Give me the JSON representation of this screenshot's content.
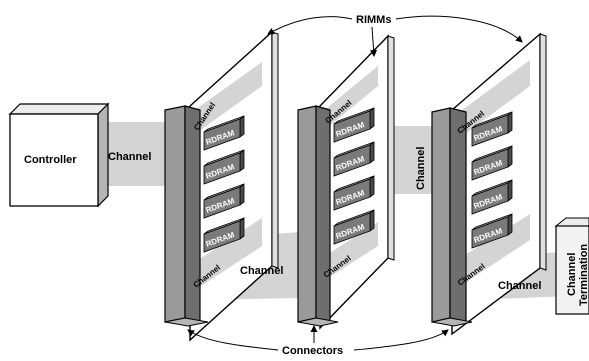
{
  "labels": {
    "rimms": "RIMMs",
    "connectors": "Connectors",
    "controller": "Controller",
    "channel": "Channel",
    "termination_line1": "Channel",
    "termination_line2": "Termination",
    "rdram": "RDRAM"
  },
  "colors": {
    "channel_fill": "#d4d4d4",
    "connector_fill": "#9a9a9a",
    "chip_fill": "#7a7a7a",
    "board_fill": "#ffffff",
    "stroke": "#000000"
  }
}
